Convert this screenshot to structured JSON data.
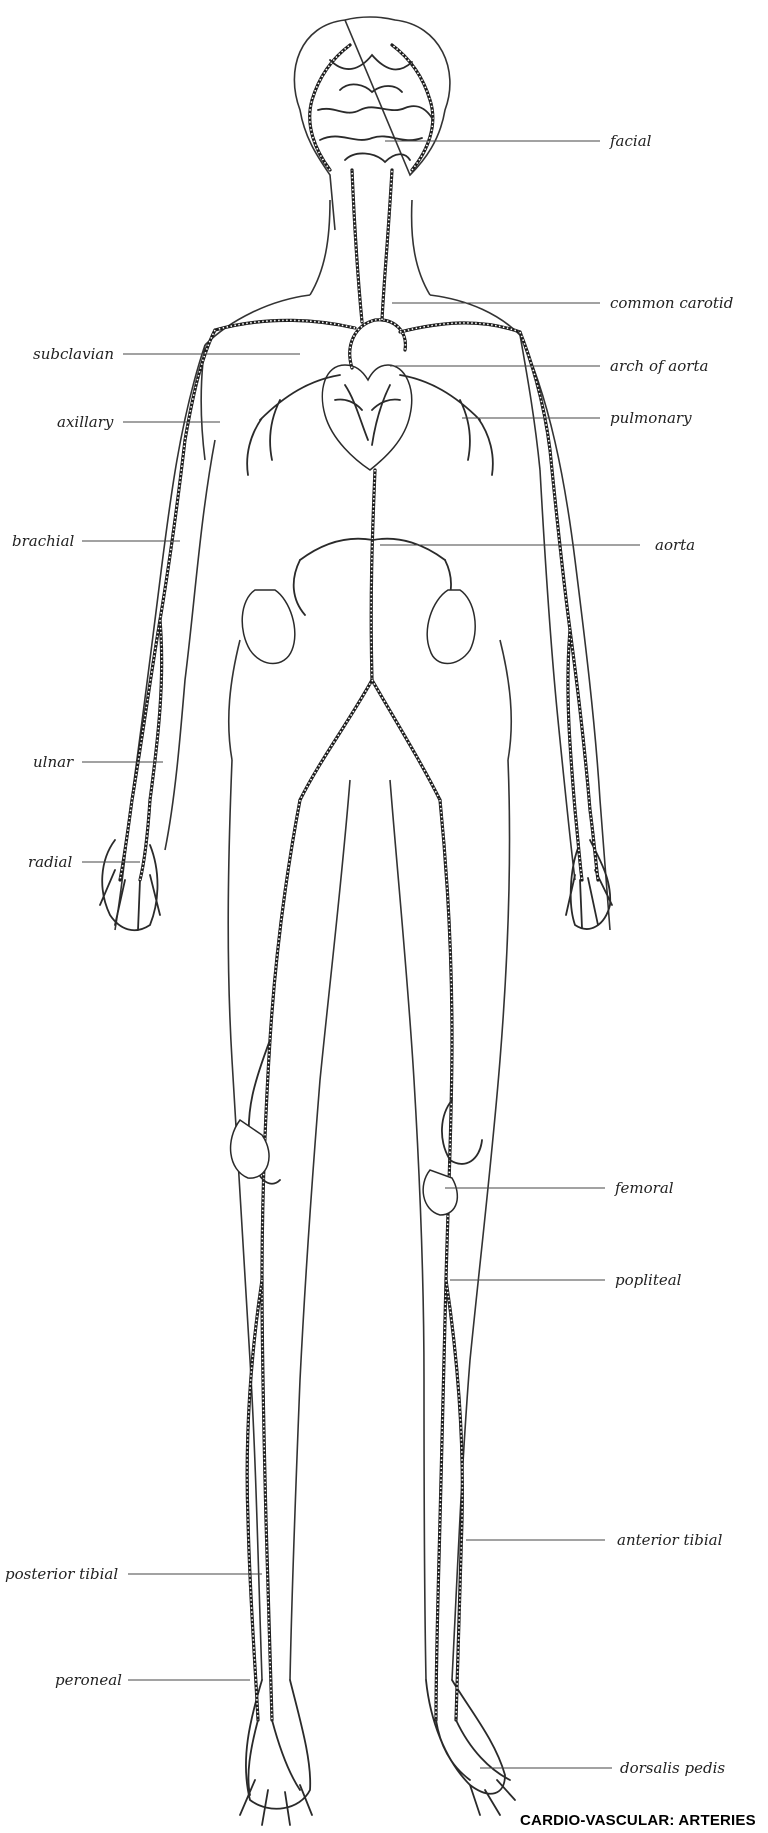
{
  "labels": {
    "facial": "facial",
    "common_carotid": "common carotid",
    "subclavian": "subclavian",
    "arch_of_aorta": "arch of aorta",
    "axillary": "axillary",
    "pulmonary": "pulmonary",
    "brachial": "brachial",
    "aorta": "aorta",
    "ulnar": "ulnar",
    "radial": "radial",
    "femoral": "femoral",
    "popliteal": "popliteal",
    "anterior_tibial": "anterior tibial",
    "posterior_tibial": "posterior tibial",
    "peroneal": "peroneal",
    "dorsalis_pedis": "dorsalis pedis"
  },
  "footer": "CARDIO-VASCULAR: ARTERIES"
}
